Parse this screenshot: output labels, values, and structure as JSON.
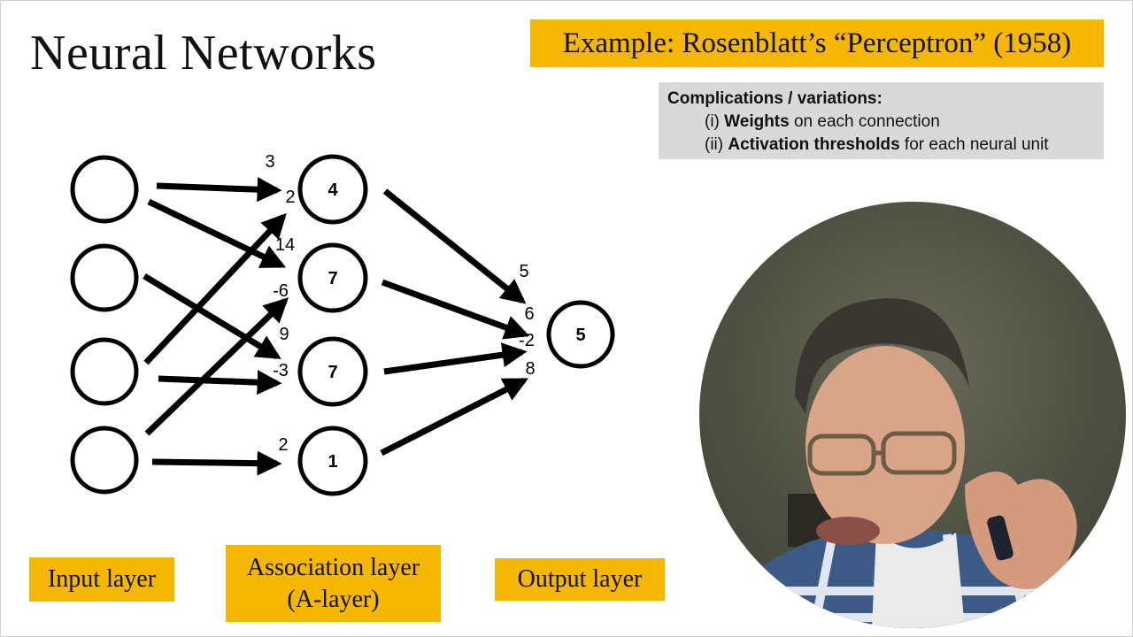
{
  "title": "Neural Networks",
  "banner": "Example: Rosenblatt’s “Perceptron” (1958)",
  "notes": {
    "heading": "Complications / variations:",
    "items": [
      {
        "prefix": "(i) ",
        "bold": "Weights",
        "rest": " on each connection"
      },
      {
        "prefix": "(ii) ",
        "bold": "Activation thresholds",
        "rest": " for each neural unit"
      }
    ]
  },
  "layers": {
    "input": "Input layer",
    "association_line1": "Association layer",
    "association_line2": "(A-layer)",
    "output": "Output layer"
  },
  "network": {
    "input_nodes": [
      "",
      "",
      "",
      ""
    ],
    "association_nodes": [
      "4",
      "7",
      "7",
      "1"
    ],
    "output_nodes": [
      "5"
    ],
    "weights": [
      "3",
      "2",
      "14",
      "-6",
      "9",
      "-3",
      "2",
      "5",
      "6",
      "-2",
      "8"
    ]
  },
  "colors": {
    "accent": "#f6b700",
    "notes_background": "#d9d9d9",
    "edge": "#000000"
  }
}
